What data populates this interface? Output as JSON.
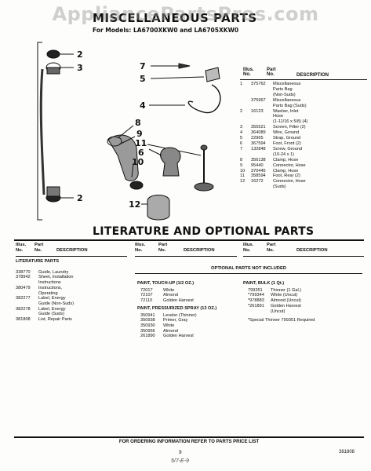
{
  "watermark": "AppliancePartsPros.com",
  "header": {
    "title": "MISCELLANEOUS PARTS",
    "subtitle": "For Models: LA6700XKW0 and LA6705XKW0"
  },
  "diagram": {
    "callouts": [
      "2",
      "3",
      "7",
      "5",
      "4",
      "8",
      "9",
      "11",
      "6",
      "10",
      "12",
      "2"
    ]
  },
  "parts_table": {
    "headers": {
      "illus_1": "Illus.",
      "illus_2": "No.",
      "part_1": "Part",
      "part_2": "No.",
      "desc": "DESCRIPTION"
    },
    "rows": [
      {
        "illus": "1",
        "part": "375762",
        "desc": "Miscellaneous"
      },
      {
        "illus": "",
        "part": "",
        "desc": "Parts Bag"
      },
      {
        "illus": "",
        "part": "",
        "desc": "(Non-Suds)"
      },
      {
        "illus": "",
        "part": "375967",
        "desc": "Miscellaneous"
      },
      {
        "illus": "",
        "part": "",
        "desc": "Parts Bag (Suds)"
      },
      {
        "illus": "2",
        "part": "16123",
        "desc": "Washer, Inlet"
      },
      {
        "illus": "",
        "part": "",
        "desc": "Hose"
      },
      {
        "illus": "",
        "part": "",
        "desc": "(1-11/16 x 5/8) (4)"
      },
      {
        "illus": "3",
        "part": "355521",
        "desc": "Screen, Filter (2)"
      },
      {
        "illus": "4",
        "part": "364089",
        "desc": "Wire, Ground"
      },
      {
        "illus": "5",
        "part": "22965",
        "desc": "Strap, Ground"
      },
      {
        "illus": "6",
        "part": "367594",
        "desc": "Foot, Front (2)"
      },
      {
        "illus": "7",
        "part": "132848",
        "desc": "Screw, Ground"
      },
      {
        "illus": "",
        "part": "",
        "desc": "(10-24 x 1)"
      },
      {
        "illus": "8",
        "part": "356138",
        "desc": "Clamp, Hose"
      },
      {
        "illus": "9",
        "part": "95440",
        "desc": "Connector, Hose"
      },
      {
        "illus": "10",
        "part": "370445",
        "desc": "Clamp, Hose"
      },
      {
        "illus": "11",
        "part": "358594",
        "desc": "Foot, Rear (2)"
      },
      {
        "illus": "12",
        "part": "16272",
        "desc": "Connector, Hose"
      },
      {
        "illus": "",
        "part": "",
        "desc": "(Suds)"
      }
    ]
  },
  "literature": {
    "title": "LITERATURE AND OPTIONAL PARTS",
    "col_headers": {
      "illus_1": "Illus.",
      "illus_2": "No.",
      "part_1": "Part",
      "part_2": "No.",
      "desc": "DESCRIPTION"
    },
    "section_label": "LITERATURE PARTS",
    "rows": [
      {
        "part": "338770",
        "desc": "Guide, Laundry"
      },
      {
        "part": "378942",
        "desc": "Sheet, Installation"
      },
      {
        "part": "",
        "desc": "Instructions"
      },
      {
        "part": "380479",
        "desc": "Instructions,"
      },
      {
        "part": "",
        "desc": "Operating"
      },
      {
        "part": "382277",
        "desc": "Label, Energy"
      },
      {
        "part": "",
        "desc": "Guide (Non-Suds)"
      },
      {
        "part": "382278",
        "desc": "Label, Energy"
      },
      {
        "part": "",
        "desc": "Guide (Suds)"
      },
      {
        "part": "381808",
        "desc": "List, Repair Parts"
      }
    ]
  },
  "optional": {
    "note": "OPTIONAL PARTS NOT INCLUDED",
    "touchup": {
      "label": "PAINT, TOUCH-UP (1/2 OZ.)",
      "rows": [
        {
          "part": "72017",
          "desc": "White"
        },
        {
          "part": "72107",
          "desc": "Almond"
        },
        {
          "part": "72110",
          "desc": "Golden Harvest"
        }
      ]
    },
    "spray": {
      "label": "PAINT, PRESSURIZED SPRAY (13 OZ.)",
      "rows": [
        {
          "part": "350941",
          "desc": "Leveler (Thinner)"
        },
        {
          "part": "350938",
          "desc": "Primer, Gray"
        },
        {
          "part": "350930",
          "desc": "White"
        },
        {
          "part": "350956",
          "desc": "Almond"
        },
        {
          "part": "261890",
          "desc": "Golden Harvest"
        }
      ]
    },
    "bulk": {
      "label": "PAINT, BULK (1 Qt.)",
      "rows": [
        {
          "part": "799351",
          "desc": "Thinner (1 Gal.)"
        },
        {
          "part": "*799344",
          "desc": "White (Uncut)"
        },
        {
          "part": "*978883",
          "desc": "Almond (Uncut)"
        },
        {
          "part": "*261891",
          "desc": "Golden Harvest"
        },
        {
          "part": "",
          "desc": "(Uncut)"
        }
      ],
      "footnote": "*Special Thinner 799351 Required"
    }
  },
  "footer": {
    "ordering": "FOR ORDERING INFORMATION REFER TO PARTS PRICE LIST",
    "page": "9",
    "doc_number": "381808",
    "handwritten": "5/7-E-9"
  }
}
